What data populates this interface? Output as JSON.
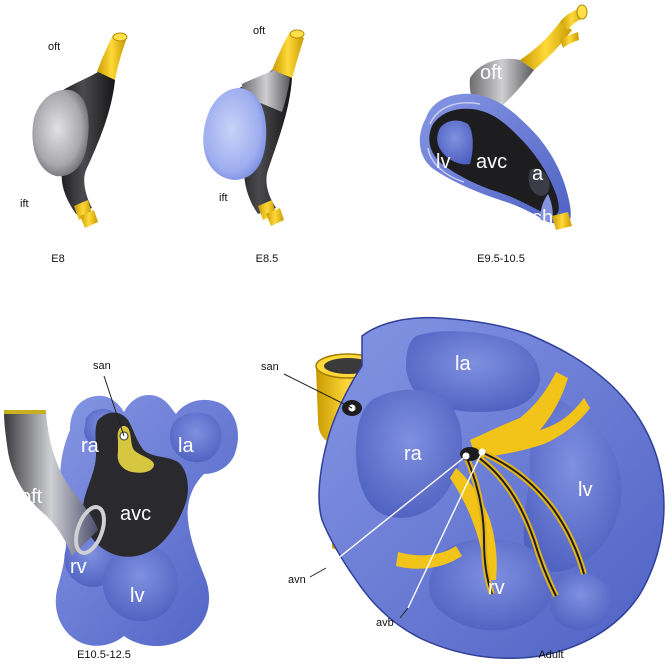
{
  "colors": {
    "yellow": "#f2c318",
    "dark_tissue": "#2b2b2d",
    "blue_tissue": "#6f80d9",
    "light_blue": "#aab8ef",
    "cavity_blue": "#5366c7"
  },
  "stages": {
    "e8": {
      "caption": "E8",
      "oft": "oft",
      "ift": "ift"
    },
    "e8_5": {
      "caption": "E8.5",
      "oft": "oft",
      "ift": "ift"
    },
    "e9_5": {
      "caption": "E9.5-10.5",
      "oft": "oft",
      "lv": "lv",
      "avc": "avc",
      "a": "a",
      "sh": "sh"
    },
    "e10_5": {
      "caption": "E10.5-12.5",
      "san": "san",
      "ra": "ra",
      "la": "la",
      "oft": "oft",
      "avc": "avc",
      "rv": "rv",
      "lv": "lv"
    },
    "adult": {
      "caption": "Adult",
      "san": "san",
      "la": "la",
      "ra": "ra",
      "lv": "lv",
      "rv": "rv",
      "avn": "avn",
      "avb": "avb"
    }
  }
}
